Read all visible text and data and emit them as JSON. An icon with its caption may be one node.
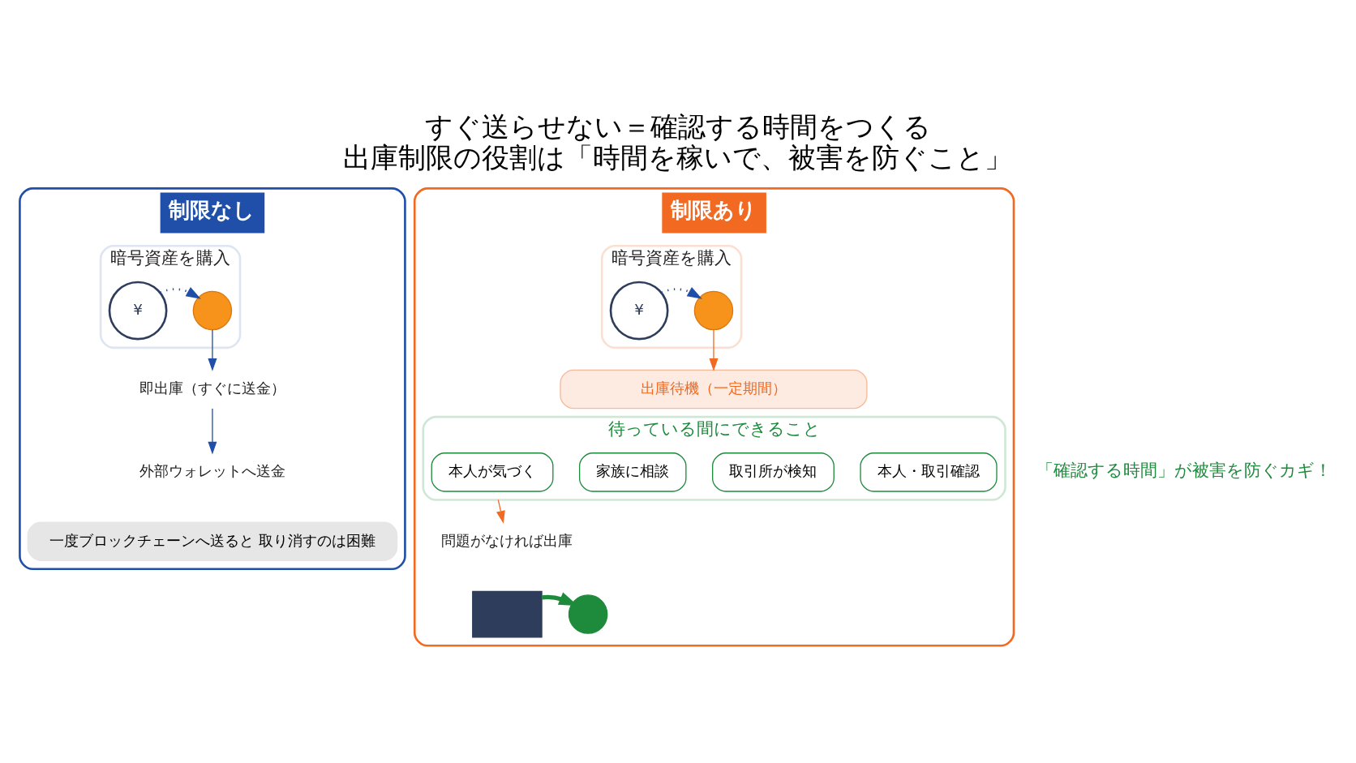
{
  "diagram": {
    "title": "すぐ送らせない＝確認する時間をつくる",
    "caption": "出庫制限の役割は「時間を稼いで、被害を防ぐこと」",
    "nodes": [
      {
        "text": [
          "制限なし"
        ]
      },
      {
        "text": [
          "暗号資産を購入"
        ],
        "in": 0
      },
      {
        "text": [
          "¥"
        ],
        "in": 1
      },
      {
        "text": [],
        "shape": "circle",
        "in": 1
      },
      {
        "text": [
          "即出庫（すぐに送金）"
        ],
        "in": 0
      },
      {
        "text": [
          "外部ウォレットへ送金"
        ],
        "in": 0
      },
      {
        "text": [
          "一度ブロックチェーンへ送ると 取り消すのは困難"
        ],
        "in": 0
      },
      {
        "text": [
          "制限あり"
        ]
      },
      {
        "text": [
          "暗号資産を購入"
        ],
        "in": 7
      },
      {
        "text": [
          "¥"
        ],
        "in": 8
      },
      {
        "text": [],
        "shape": "circle",
        "in": 8
      },
      {
        "text": [
          "出庫待機（一定期間）"
        ],
        "in": 7
      },
      {
        "text": [
          "待っている間にできること"
        ],
        "in": 7
      },
      {
        "text": [
          "本人が気づく"
        ],
        "in": 12
      },
      {
        "text": [
          "家族に相談"
        ],
        "in": 12
      },
      {
        "text": [
          "取引所が検知"
        ],
        "in": 12
      },
      {
        "text": [
          "本人・取引確認"
        ],
        "in": 12
      },
      {
        "text": [
          "問題がなければ出庫"
        ],
        "in": 7
      },
      {
        "text": [],
        "shape": "box",
        "in": 7
      },
      {
        "text": [],
        "shape": "circle",
        "in": 7
      }
    ],
    "edges": [
      {
        "from": 2,
        "to": 3,
        "arrow": "to",
        "style": "dashed"
      },
      {
        "from": 3,
        "to": 4,
        "arrow": "to"
      },
      {
        "from": 4,
        "to": 5,
        "arrow": "to"
      },
      {
        "from": 9,
        "to": 10,
        "arrow": "to",
        "style": "dashed"
      },
      {
        "from": 10,
        "to": 11,
        "arrow": "to",
        "color": "#f26a21"
      },
      {
        "from": 12,
        "to": 17,
        "arrow": "to",
        "color": "#f26a21"
      },
      {
        "from": 18,
        "to": 19,
        "arrow": "to",
        "style": "thick",
        "color": "#1e8a3c"
      }
    ],
    "labels": [
      "「確認する時間」が被害を防ぐカギ！"
    ]
  }
}
